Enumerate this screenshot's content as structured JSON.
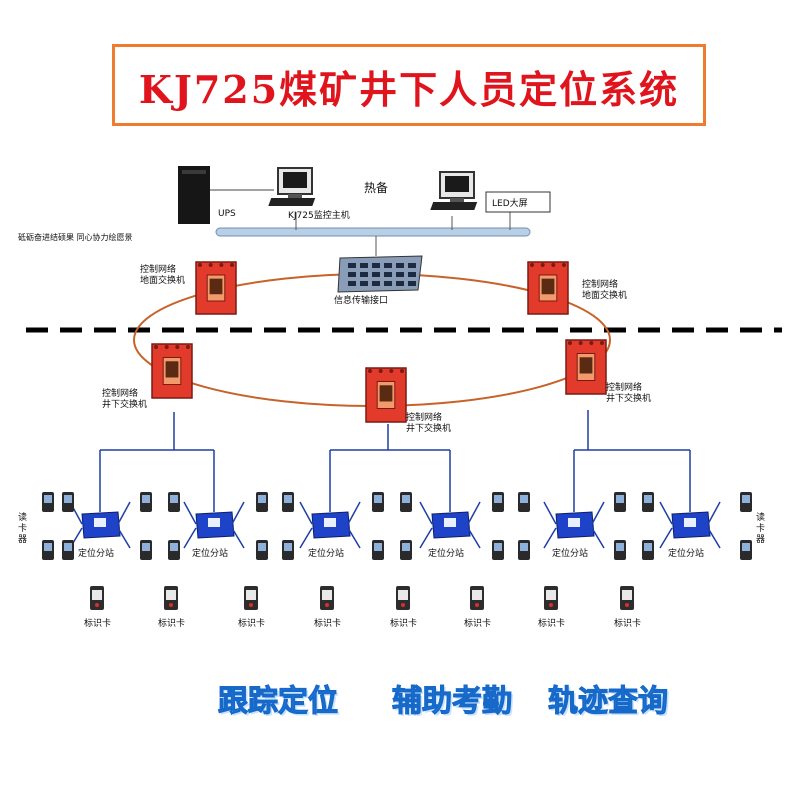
{
  "title": "KJ725煤矿井下人员定位系统",
  "top": {
    "ups_label": "UPS",
    "host_label": "KJ725监控主机",
    "hot_standby": "热备",
    "led_label": "LED大屏",
    "motto": "砥砺奋进结硕果 同心协力绘愿景"
  },
  "ground": {
    "interface_label": "信息传输接口",
    "switch_left_label": "控制网络\n地面交换机",
    "switch_right_label": "控制网络\n地面交换机"
  },
  "underground": {
    "switch_labels": [
      "控制网络\n井下交换机",
      "控制网络\n井下交换机",
      "控制网络\n井下交换机"
    ],
    "station_label": "定位分站",
    "reader_label": "读卡器",
    "tag_label": "标识卡"
  },
  "features": [
    "跟踪定位",
    "辅助考勤",
    "轨迹查询"
  ],
  "colors": {
    "title_red": "#e0141c",
    "title_border": "#ef7b2e",
    "switch_red": "#e23b2c",
    "ring_orange": "#c8622a",
    "bus_blue": "#b8cfe6",
    "link_blue": "#1e3fa6",
    "station_blue": "#1f43c8",
    "feature_blue": "#2c8fe6"
  },
  "icons": [
    "ups-server-icon",
    "computer-icon",
    "led-screen-icon",
    "switch-cabinet-icon",
    "interface-rack-icon",
    "positioning-station-icon",
    "card-reader-icon",
    "id-card-icon"
  ]
}
